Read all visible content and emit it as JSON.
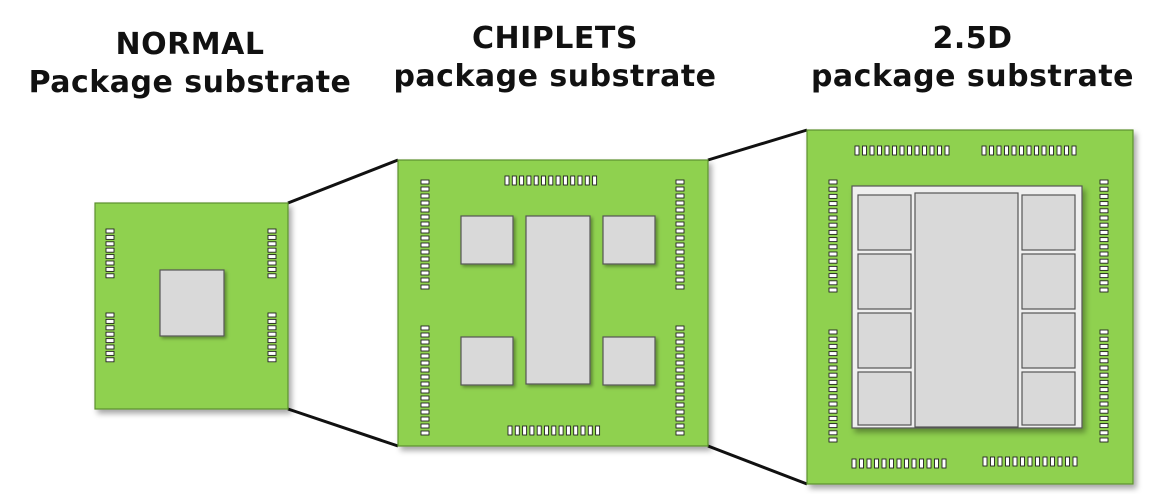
{
  "titles": [
    {
      "line1": "NORMAL",
      "line2": "Package substrate"
    },
    {
      "line1": "CHIPLETS",
      "line2": "package substrate"
    },
    {
      "line1": "2.5D",
      "line2": "package substrate"
    }
  ],
  "colors": {
    "substrate": "#8fd14f",
    "substrate_edge": "#5c8f2e",
    "die": "#d9d9d9",
    "die_edge": "#555555",
    "interposer": "#efefef",
    "pad": "#ffffff",
    "connector": "#111111"
  }
}
